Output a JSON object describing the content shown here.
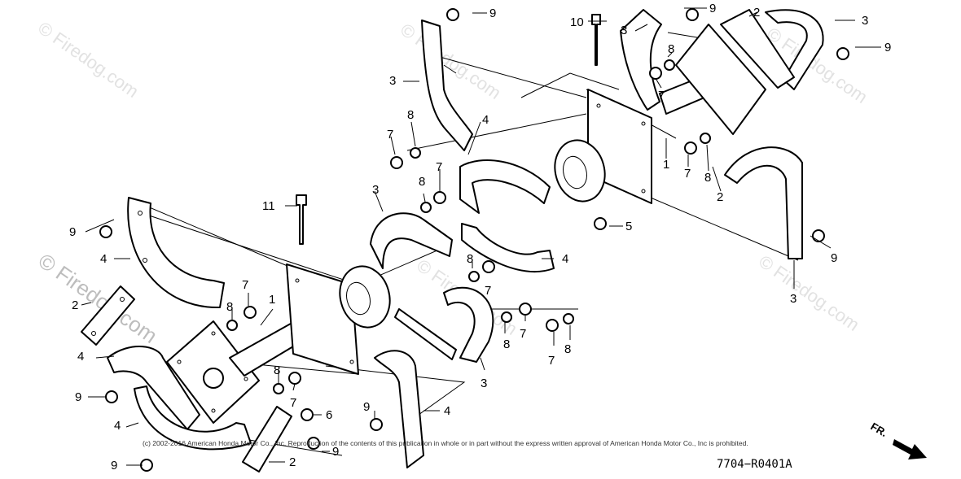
{
  "watermark": "© Firedog.com",
  "copyright": "(c) 2002-2016 American Honda Motor Co., Inc. Reproduction of the contents of this publication in whole or in part without the express written approval of American Honda Motor Co., Inc is prohibited.",
  "diagram_code": "7704−R0401A",
  "direction_label": "FR.",
  "callouts": {
    "c1": "1",
    "c2": "2",
    "c3": "3",
    "c4": "4",
    "c5": "5",
    "c6": "6",
    "c7": "7",
    "c8": "8",
    "c9": "9",
    "c10": "10",
    "c11": "11"
  }
}
